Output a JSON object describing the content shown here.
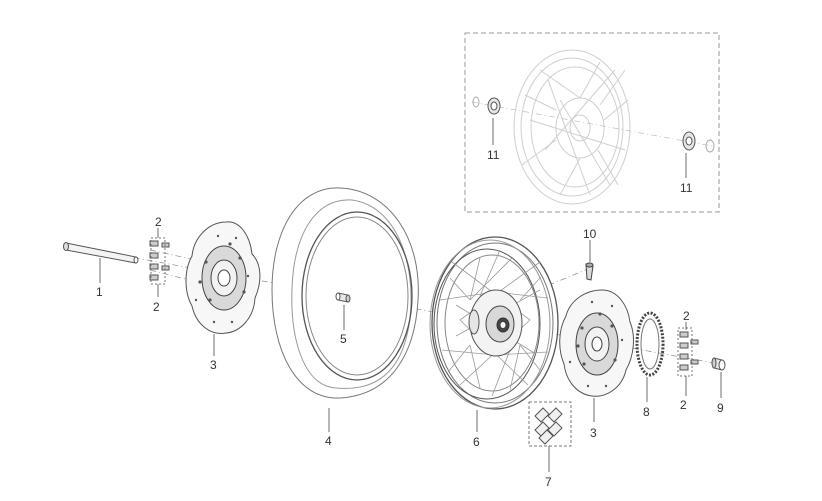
{
  "labels": {
    "axle": "1",
    "bolts_top_left": "2",
    "bolts_bottom_left": "2",
    "bolts_top_right": "2",
    "bolts_bottom_right": "2",
    "disc_left": "3",
    "disc_right": "3",
    "tyre": "4",
    "spacer": "5",
    "wheel": "6",
    "weights": "7",
    "sprocket": "8",
    "bush": "9",
    "valve": "10",
    "bearing_left": "11",
    "bearing_right": "11"
  }
}
